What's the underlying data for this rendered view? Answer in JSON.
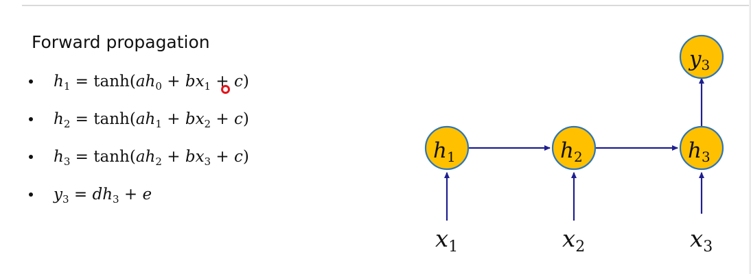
{
  "heading": "Forward propagation",
  "equations": [
    {
      "lhs": "h",
      "lhs_sub": "1",
      "eq": " = tanh(",
      "a": "a",
      "h": "h",
      "h_sub": "0",
      "plus1": " + ",
      "b": "b",
      "x": "x",
      "x_sub": "1",
      "plus2": " + ",
      "c": "c",
      "close": ")"
    },
    {
      "lhs": "h",
      "lhs_sub": "2",
      "eq": " = tanh(",
      "a": "a",
      "h": "h",
      "h_sub": "1",
      "plus1": " + ",
      "b": "b",
      "x": "x",
      "x_sub": "2",
      "plus2": " + ",
      "c": "c",
      "close": ")"
    },
    {
      "lhs": "h",
      "lhs_sub": "3",
      "eq": " = tanh(",
      "a": "a",
      "h": "h",
      "h_sub": "2",
      "plus1": " + ",
      "b": "b",
      "x": "x",
      "x_sub": "3",
      "plus2": " + ",
      "c": "c",
      "close": ")"
    }
  ],
  "output_equation": {
    "lhs": "y",
    "lhs_sub": "3",
    "eq": " = ",
    "d": "d",
    "h": "h",
    "h_sub": "3",
    "plus": " + ",
    "e": "e"
  },
  "diagram": {
    "hidden_nodes": [
      {
        "letter": "h",
        "sub": "1"
      },
      {
        "letter": "h",
        "sub": "2"
      },
      {
        "letter": "h",
        "sub": "3"
      }
    ],
    "output_node": {
      "letter": "y",
      "sub": "3"
    },
    "inputs": [
      {
        "letter": "x",
        "sub": "1"
      },
      {
        "letter": "x",
        "sub": "2"
      },
      {
        "letter": "x",
        "sub": "3"
      }
    ],
    "node_fill": "#FFC000",
    "node_stroke": "#2E75B6",
    "arrow_color": "#1F1F8F"
  }
}
